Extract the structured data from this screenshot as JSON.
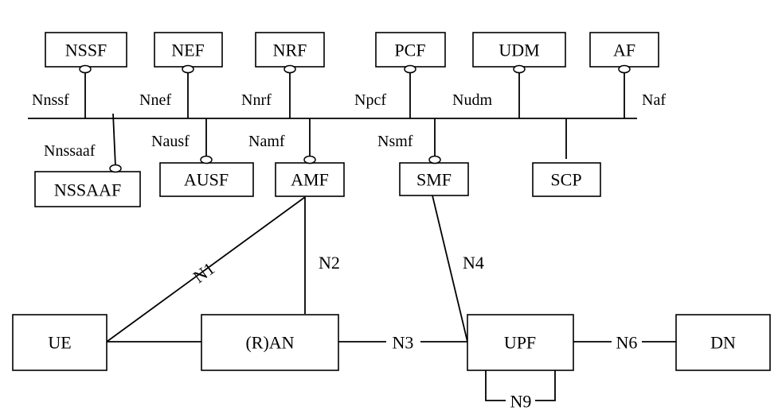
{
  "nodes": {
    "nssf": "NSSF",
    "nef": "NEF",
    "nrf": "NRF",
    "pcf": "PCF",
    "udm": "UDM",
    "af": "AF",
    "nssaaf": "NSSAAF",
    "ausf": "AUSF",
    "amf": "AMF",
    "smf": "SMF",
    "scp": "SCP",
    "ue": "UE",
    "ran": "(R)AN",
    "upf": "UPF",
    "dn": "DN"
  },
  "interfaces": {
    "nnssf": "Nnssf",
    "nnef": "Nnef",
    "nnrf": "Nnrf",
    "npcf": "Npcf",
    "nudm": "Nudm",
    "naf": "Naf",
    "nnssaaf": "Nnssaaf",
    "nausf": "Nausf",
    "namf": "Namf",
    "nsmf": "Nsmf"
  },
  "reference_points": {
    "n1": "N1",
    "n2": "N2",
    "n3": "N3",
    "n4": "N4",
    "n6": "N6",
    "n9": "N9"
  }
}
